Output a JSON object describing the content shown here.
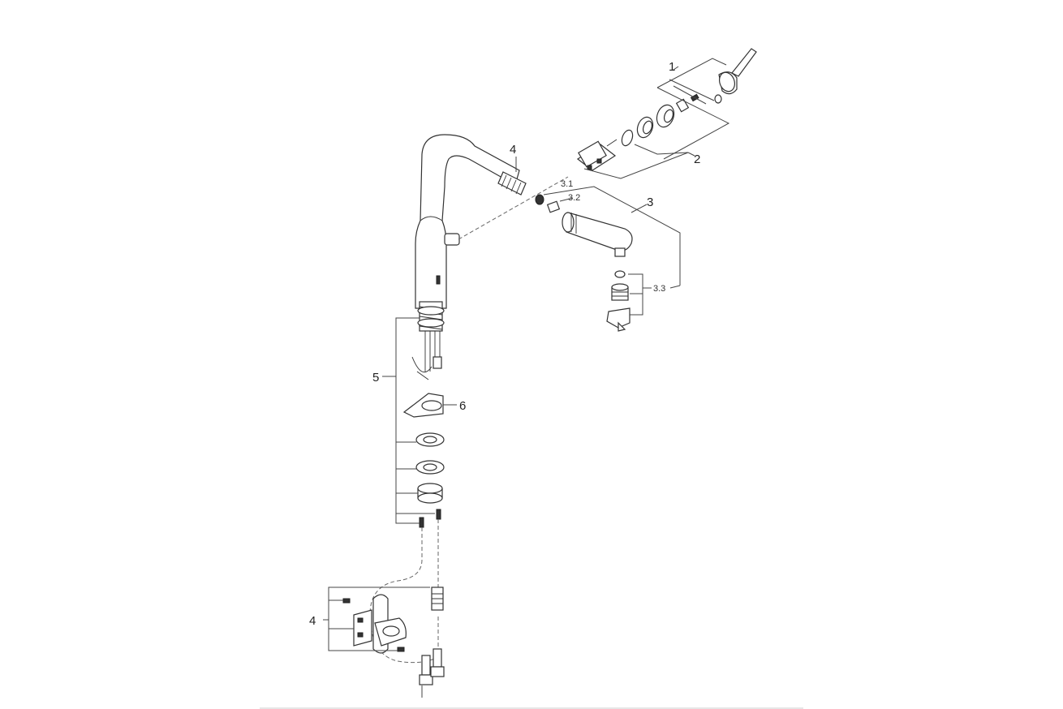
{
  "callouts": {
    "handle": "1",
    "cartridge": "2",
    "spray_head": "3",
    "spray_sub_1": "3.1",
    "spray_sub_2": "3.2",
    "spray_sub_3": "3.3",
    "hose_top": "4",
    "mounting_kit": "5",
    "clip": "6",
    "weight_kit": "4"
  }
}
